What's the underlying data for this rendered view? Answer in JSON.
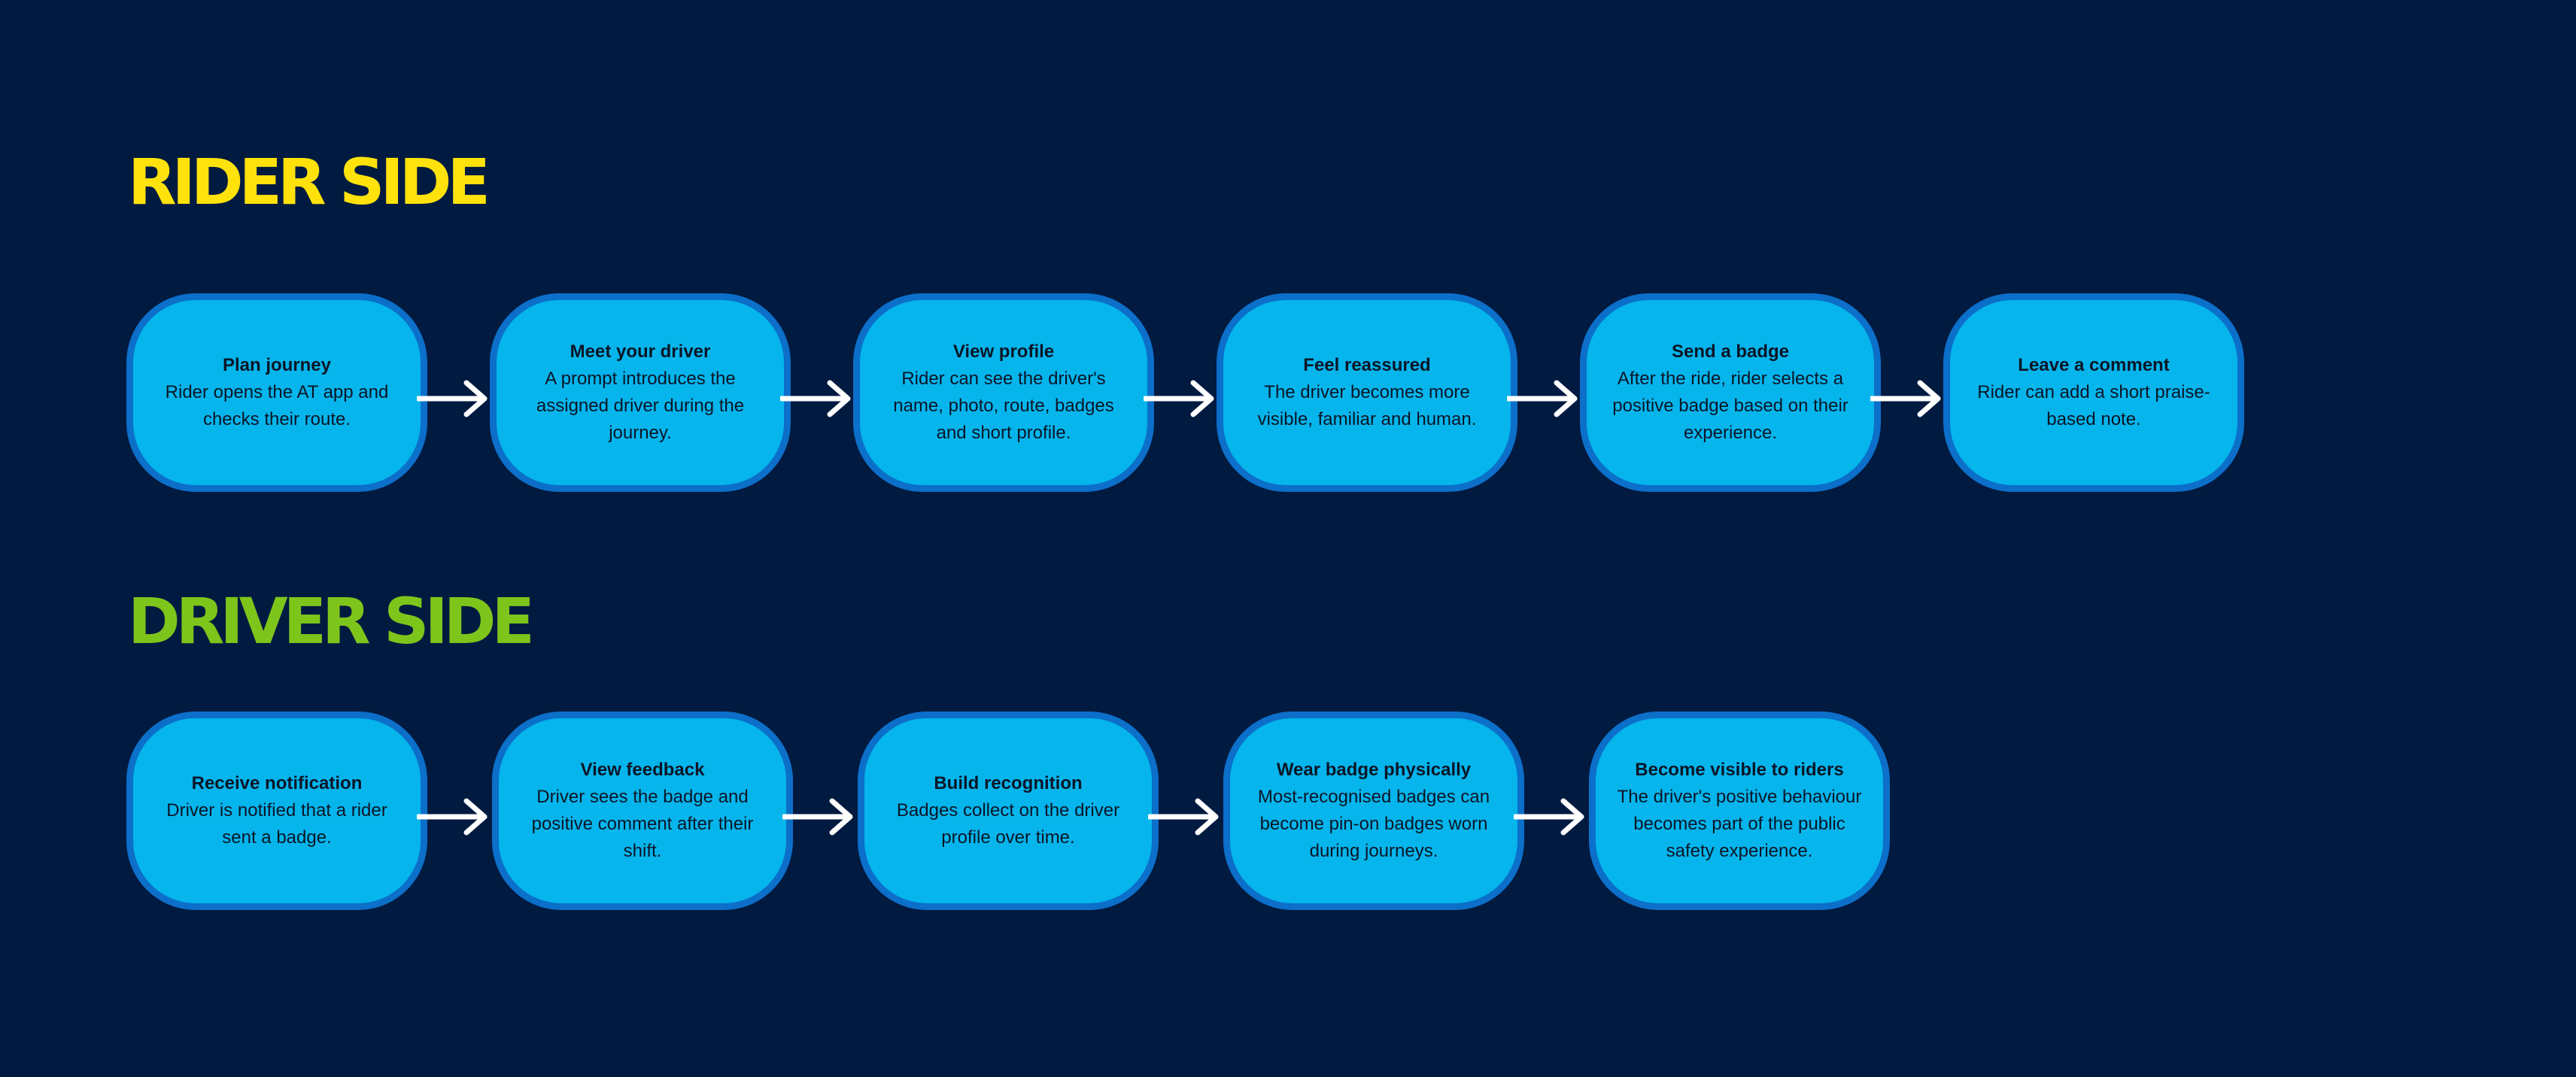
{
  "rider": {
    "title": "RIDER SIDE",
    "title_color": "#ffe20c",
    "steps": [
      {
        "title": "Plan journey",
        "description": "Rider opens the AT app and checks their route."
      },
      {
        "title": "Meet your driver",
        "description": "A prompt introduces the assigned driver during the journey."
      },
      {
        "title": "View profile",
        "description": "Rider can see the driver's name, photo, route, badges and short profile."
      },
      {
        "title": "Feel reassured",
        "description": "The driver becomes more visible, familiar and human."
      },
      {
        "title": "Send a badge",
        "description": "After the ride, rider selects a positive badge based on their experience."
      },
      {
        "title": "Leave a comment",
        "description": "Rider can add a short praise-based note."
      }
    ]
  },
  "driver": {
    "title": "DRIVER SIDE",
    "title_color": "#7ec51b",
    "steps": [
      {
        "title": "Receive notification",
        "description": "Driver is notified that a rider sent a badge."
      },
      {
        "title": "View feedback",
        "description": "Driver sees the badge and positive comment after their shift."
      },
      {
        "title": "Build recognition",
        "description": "Badges collect on the driver profile over time."
      },
      {
        "title": "Wear badge physically",
        "description": "Most-recognised badges can become pin-on badges worn during journeys."
      },
      {
        "title": "Become visible to riders",
        "description": "The driver's positive behaviour becomes part of the public safety experience."
      }
    ]
  },
  "colors": {
    "background": "#011a40",
    "box_fill": "#05b5ec",
    "box_border": "#0c6fc9",
    "arrow": "#ffffff"
  },
  "icons": {
    "connector": "arrow-right-icon"
  }
}
